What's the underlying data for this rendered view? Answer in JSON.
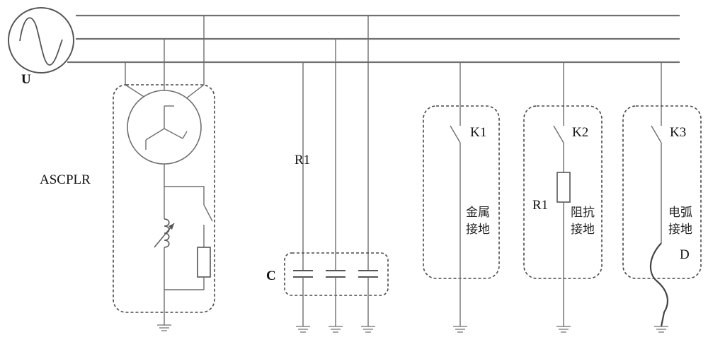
{
  "labels": {
    "source": "U",
    "ascplr": "ASCPLR",
    "cap_resistor": "R1",
    "capacitor": "C",
    "switch1": "K1",
    "switch2": "K2",
    "switch3": "K3",
    "branch2_resistor": "R1",
    "arc": "D"
  },
  "fault_types": {
    "metal": [
      "金属",
      "接地"
    ],
    "impedance": [
      "阻抗",
      "接地"
    ],
    "arc": [
      "电弧",
      "接地"
    ]
  },
  "colors": {
    "wire": "#6e6e6e",
    "dashed_box": "#4a4a4a",
    "text": "#111111"
  }
}
